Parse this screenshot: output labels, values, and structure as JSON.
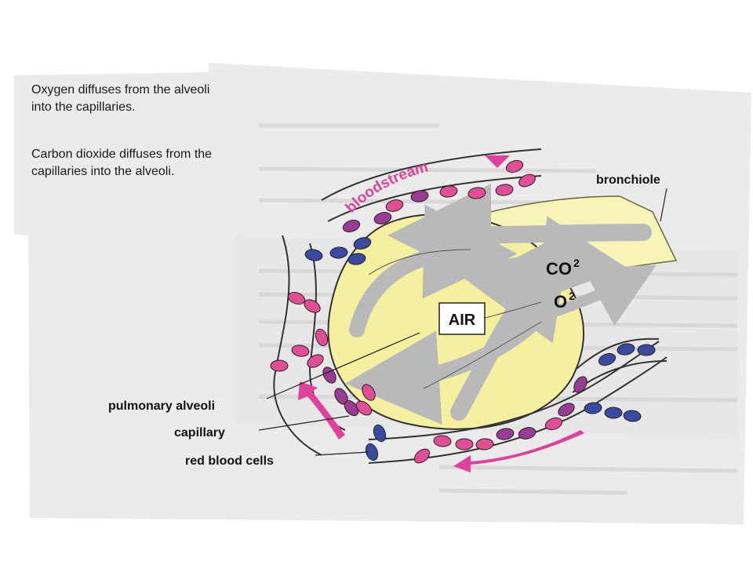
{
  "captions": {
    "oxygen_line1": "Oxygen diffuses from the alveoli",
    "oxygen_line2": "into the capillaries.",
    "co2_line1": "Carbon dioxide diffuses from the",
    "co2_line2": "capillaries into the alveoli."
  },
  "labels": {
    "bloodstream": "bloodstream",
    "bronchiole": "bronchiole",
    "air": "AIR",
    "co2_main": "CO",
    "co2_sub": "2",
    "o2_main": "O",
    "o2_sub": "2",
    "pulmonary_alveoli": "pulmonary alveoli",
    "capillary": "capillary",
    "red_blood_cells": "red blood cells"
  },
  "colors": {
    "alveolus_fill": "#f4f0a0",
    "bronchiole_fill": "#f7f4b8",
    "air_arrow": "#b9b9b9",
    "blood_arrow": "#e0419a",
    "rbc_oxygenated": "#e24e94",
    "rbc_deoxygenated": "#3a4aa0",
    "rbc_mixed": "#9a3c94",
    "paper": "#ebebeb"
  },
  "icons": {
    "bloodstream_arrow": "magenta-triangle-arrow-icon",
    "air_flow": "curved-gray-arrow-icon"
  }
}
